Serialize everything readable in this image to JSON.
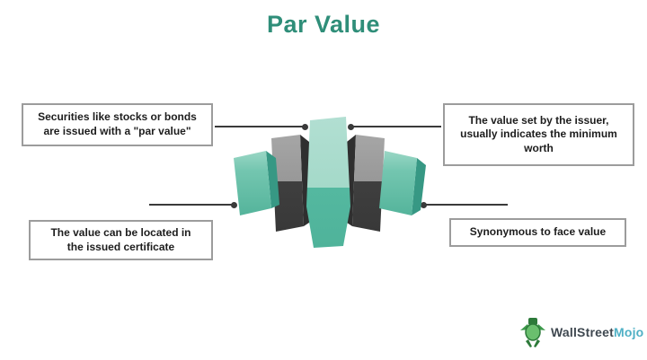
{
  "title": "Par Value",
  "callouts": {
    "top_left": "Securities like stocks or bonds\nare issued with a \"par value\"",
    "top_right": "The value set by the issuer,\nusually indicates the minimum\nworth",
    "bottom_left": "The value can be located in\nthe issued certificate",
    "bottom_right": "Synonymous to face value"
  },
  "graphic": {
    "type": "3d-bar-cluster",
    "description": "Five mirrored 3D bars: small teal cube, tall dark-gray bar, tallest teal bar in center, tall dark-gray bar, small teal cube",
    "bar_colors": {
      "teal_light": "#a9dbcc",
      "teal": "#54b8a0",
      "teal_dark": "#379884",
      "gray_light": "#9c9c9c",
      "gray_dark": "#3f3f3f"
    }
  },
  "colors": {
    "title": "#2f8e79",
    "connector": "#3a3a3a",
    "box_border": "#9c9c9c",
    "text": "#1d1d1d",
    "background": "#ffffff"
  },
  "logo": {
    "brand_primary": "WallStreet",
    "brand_accent": "Mojo",
    "accent_color": "#4fb0c5"
  }
}
